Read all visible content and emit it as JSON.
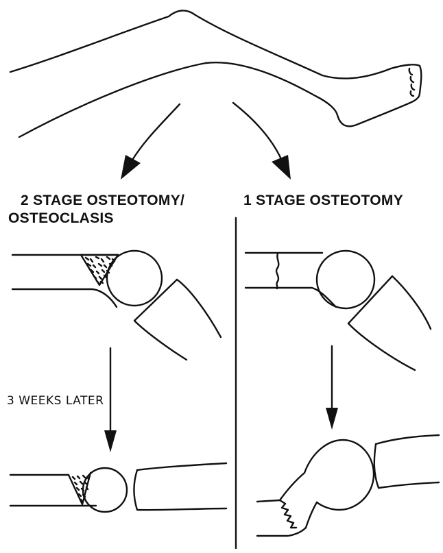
{
  "labels": {
    "left_heading_line1": "2 STAGE OSTEOTOMY/",
    "left_heading_line2": "OSTEOCLASIS",
    "right_heading": "1 STAGE OSTEOTOMY",
    "interval_note": "3 WEEKS LATER"
  },
  "colors": {
    "ink": "#111111",
    "background": "#ffffff"
  }
}
